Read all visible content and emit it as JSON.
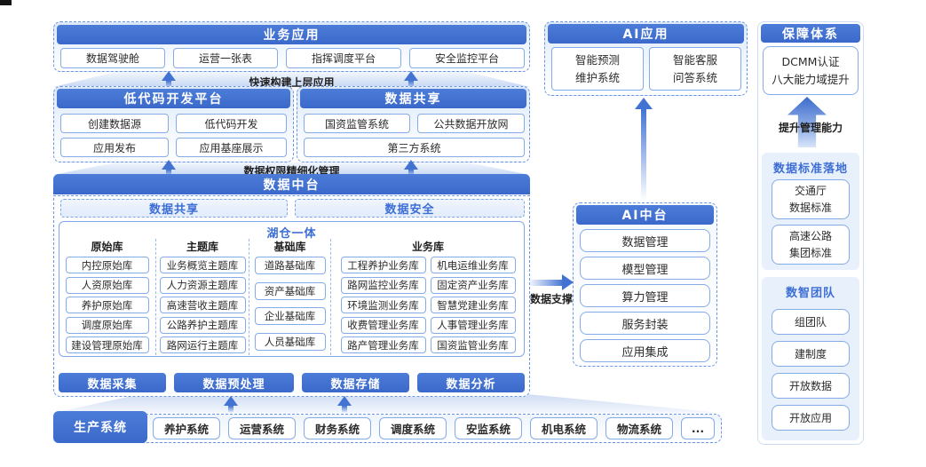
{
  "colors": {
    "primary": "#4273d2",
    "dash_border": "#6a95e5",
    "light_panel": "#e7f0fb"
  },
  "labels": {
    "build_upper": "快速构建上层应用",
    "permission": "数据权限精细化管理",
    "data_support": "数据支撑",
    "improve": "提升管理能力"
  },
  "business_apps": {
    "title": "业务应用",
    "items": [
      "数据驾驶舱",
      "运营一张表",
      "指挥调度平台",
      "安全监控平台"
    ]
  },
  "low_code": {
    "title": "低代码开发平台",
    "items": [
      "创建数据源",
      "低代码开发",
      "应用发布",
      "应用基座展示"
    ]
  },
  "data_share": {
    "title": "数据共享",
    "row1": [
      "国资监管系统",
      "公共数据开放网"
    ],
    "row2": "第三方系统"
  },
  "data_platform": {
    "title": "数据中台",
    "sub_share": "数据共享",
    "sub_security": "数据安全",
    "lake_title": "湖仓一体",
    "columns": [
      {
        "header": "原始库",
        "items": [
          "内控原始库",
          "人资原始库",
          "养护原始库",
          "调度原始库",
          "建设管理原始库"
        ]
      },
      {
        "header": "主题库",
        "items": [
          "业务概览主题库",
          "人力资源主题库",
          "高速营收主题库",
          "公路养护主题库",
          "路网运行主题库"
        ]
      },
      {
        "header": "基础库",
        "items": [
          "道路基础库",
          "资产基础库",
          "企业基础库",
          "人员基础库"
        ]
      },
      {
        "header": "业务库",
        "items_left": [
          "工程养护业务库",
          "路网监控业务库",
          "环境监测业务库",
          "收费管理业务库",
          "路产管理业务库"
        ],
        "items_right": [
          "机电运维业务库",
          "固定资产业务库",
          "智慧党建业务库",
          "人事管理业务库",
          "国资监管业务库"
        ]
      }
    ],
    "process": [
      "数据采集",
      "数据预处理",
      "数据存储",
      "数据分析"
    ]
  },
  "production": {
    "title": "生产系统",
    "items": [
      "养护系统",
      "运营系统",
      "财务系统",
      "调度系统",
      "安监系统",
      "机电系统",
      "物流系统",
      "..."
    ]
  },
  "ai_app": {
    "title": "AI应用",
    "items": [
      {
        "line1": "智能预测",
        "line2": "维护系统"
      },
      {
        "line1": "智能客服",
        "line2": "问答系统"
      }
    ]
  },
  "ai_platform": {
    "title": "AI中台",
    "items": [
      "数据管理",
      "模型管理",
      "算力管理",
      "服务封装",
      "应用集成"
    ]
  },
  "guarantee": {
    "title": "保障体系",
    "dcmm": {
      "line1": "DCMM认证",
      "line2": "八大能力域提升"
    },
    "standards": {
      "title": "数据标准落地",
      "items": [
        {
          "line1": "交通厅",
          "line2": "数据标准"
        },
        {
          "line1": "高速公路",
          "line2": "集团标准"
        }
      ]
    },
    "team": {
      "title": "数智团队",
      "items": [
        "组团队",
        "建制度",
        "开放数据",
        "开放应用"
      ]
    }
  }
}
